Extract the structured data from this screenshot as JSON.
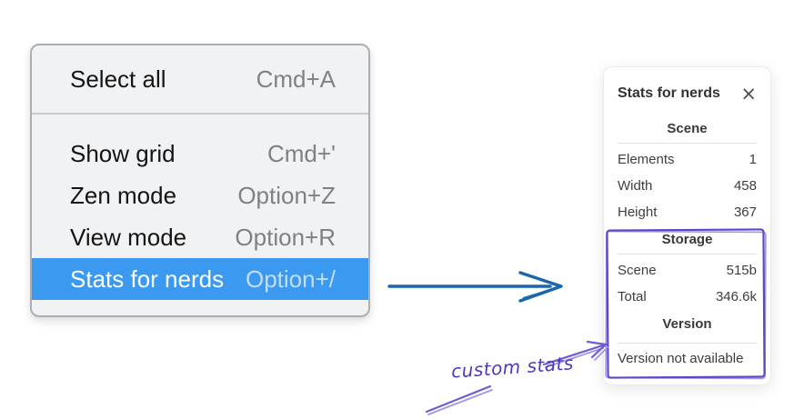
{
  "menu": {
    "highlight_color": "#3b99f0",
    "sections": [
      {
        "items": [
          {
            "label": "Select all",
            "shortcut": "Cmd+A",
            "highlighted": false
          }
        ]
      },
      {
        "items": [
          {
            "label": "Show grid",
            "shortcut": "Cmd+'",
            "highlighted": false
          },
          {
            "label": "Zen mode",
            "shortcut": "Option+Z",
            "highlighted": false
          },
          {
            "label": "View mode",
            "shortcut": "Option+R",
            "highlighted": false
          },
          {
            "label": "Stats for nerds",
            "shortcut": "Option+/",
            "highlighted": true
          }
        ]
      }
    ]
  },
  "stats_panel": {
    "title": "Stats for nerds",
    "close_icon": "×",
    "sections": [
      {
        "heading": "Scene",
        "rows": [
          {
            "label": "Elements",
            "value": "1"
          },
          {
            "label": "Width",
            "value": "458"
          },
          {
            "label": "Height",
            "value": "367"
          }
        ]
      },
      {
        "heading": "Storage",
        "rows": [
          {
            "label": "Scene",
            "value": "515b"
          },
          {
            "label": "Total",
            "value": "346.6k"
          }
        ]
      },
      {
        "heading": "Version",
        "note": "Version not available"
      }
    ]
  },
  "annotations": {
    "label": "custom stats",
    "arrow_color": "#1a67ae",
    "sketch_color": "#5b48c4",
    "sketch_echo_color": "#a296e6"
  }
}
